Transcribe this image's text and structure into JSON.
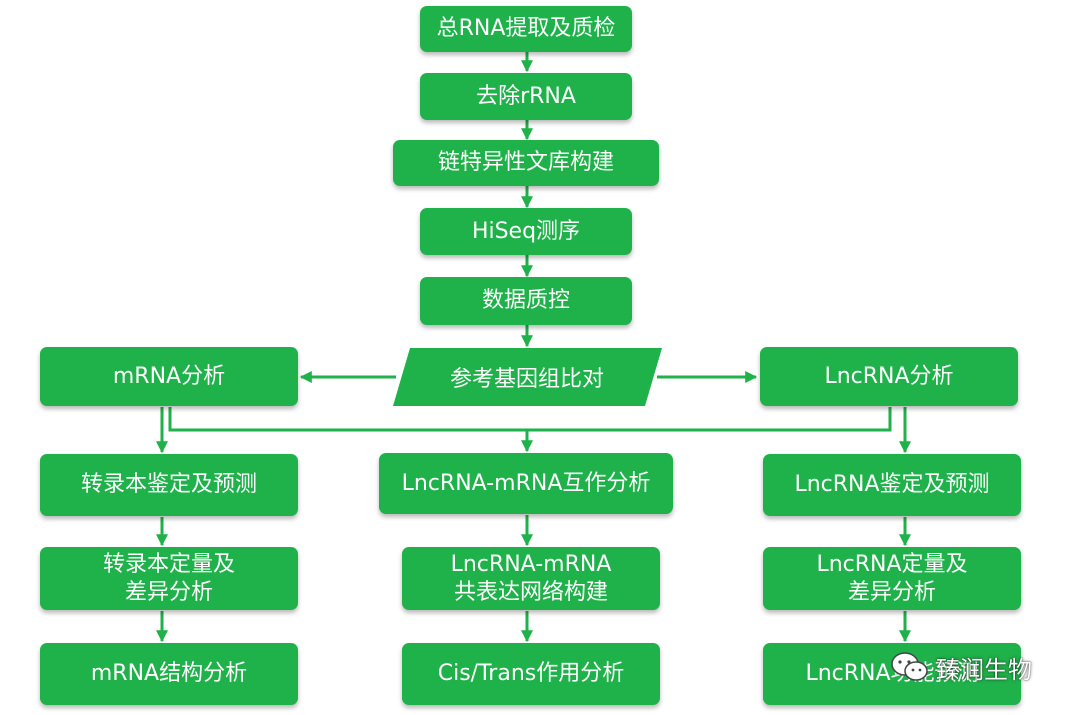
{
  "colors": {
    "box": "#1fb14a",
    "line": "#1fb14a",
    "text": "#ffffff"
  },
  "nodes": {
    "rna_extract": "总RNA提取及质检",
    "remove_rrna": "去除rRNA",
    "library": "链特异性文库构建",
    "hiseq": "HiSeq测序",
    "qc": "数据质控",
    "align": "参考基因组比对",
    "mrna_analysis": "mRNA分析",
    "lncrna_analysis": "LncRNA分析",
    "transcript_identify": "转录本鉴定及预测",
    "interaction": "LncRNA-mRNA互作分析",
    "lncrna_identify": "LncRNA鉴定及预测",
    "transcript_quant_1": "转录本定量及",
    "transcript_quant_2": "差异分析",
    "coexp_1": "LncRNA-mRNA",
    "coexp_2": "共表达网络构建",
    "lncrna_quant_1": "LncRNA定量及",
    "lncrna_quant_2": "差异分析",
    "mrna_structure": "mRNA结构分析",
    "cis_trans": "Cis/Trans作用分析",
    "lncrna_function": "LncRNA功能预测"
  },
  "watermark": {
    "text": "臻润生物",
    "icon": "wechat-icon"
  }
}
